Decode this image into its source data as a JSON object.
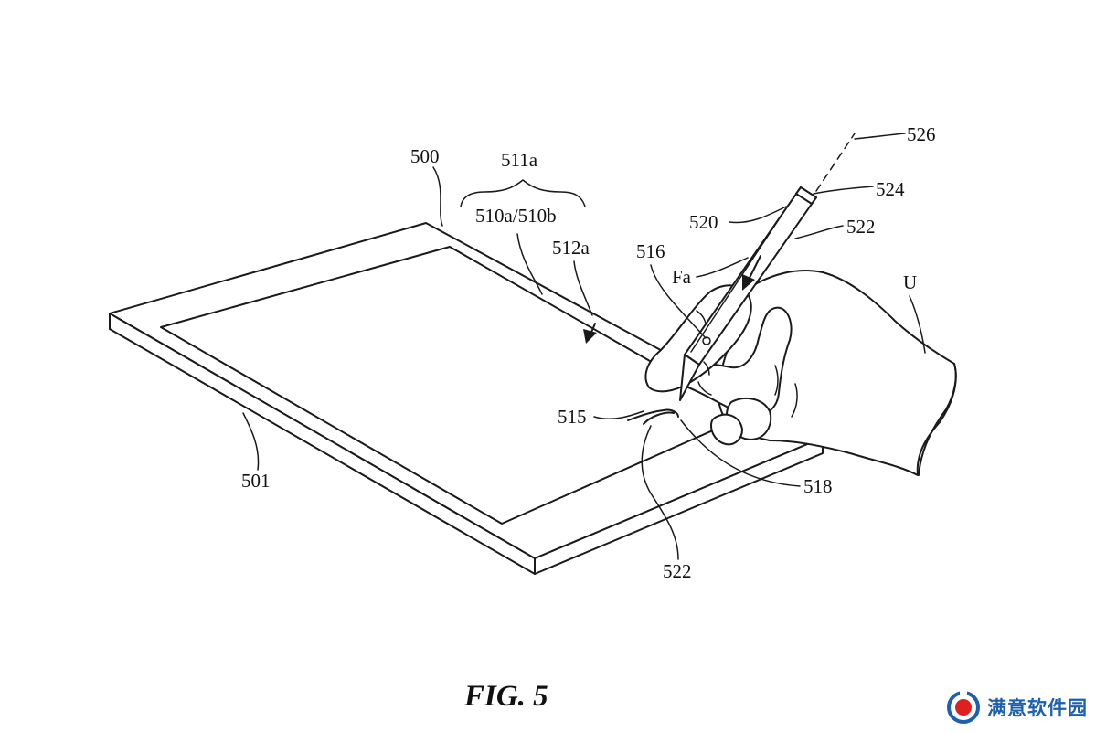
{
  "figure": {
    "caption": "FIG. 5",
    "labels": {
      "l500": "500",
      "l501": "501",
      "l511a": "511a",
      "l510": "510a/510b",
      "l512a": "512a",
      "l515": "515",
      "l516": "516",
      "l518": "518",
      "l520": "520",
      "l522_top": "522",
      "l522_bottom": "522",
      "l524": "524",
      "l526": "526",
      "lFa": "Fa",
      "lU": "U"
    }
  },
  "watermark": {
    "text": "满意软件园",
    "logo_icon": "circle-logo-icon",
    "colors": {
      "ring": "#1e5fae",
      "dot": "#e02020"
    }
  }
}
